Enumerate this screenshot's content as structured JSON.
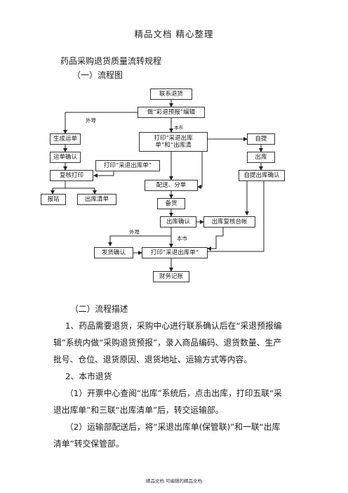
{
  "header": "精品文档 精心整理",
  "footer": "精品文档 可编辑的精品文档",
  "doc_title": "药品采购退货质量流转规程",
  "section1_heading": "（一）流程图",
  "flowchart": {
    "contact": "联系退货",
    "edit": "做“彩退预报”编辑",
    "label_waibu_top": "外埠",
    "label_benshi_top": "本市",
    "create_waybill": "生成运单",
    "print_cgt_line1": "打印“采退出库",
    "print_cgt_line2": "单”和“出库清",
    "self_pickup": "自提",
    "waybill_confirm": "运单确认",
    "outbound": "出库",
    "recheck_print": "复核打印",
    "print_cgt_single": "打印“采退出库单”",
    "self_outbound_confirm": "自提出库确认",
    "deliver_sort": "配送、分单",
    "report_station": "报站",
    "outbound_list": "出库清单",
    "prepare": "备货",
    "outbound_confirm": "出库确认",
    "outbound_recheck": "出库复核台帐",
    "label_waibu_bottom": "外埠",
    "label_benshi_bottom": "本市",
    "ship_confirm": "发货确认",
    "print_final": "打印“采退出库单”",
    "finance": "财务记账"
  },
  "section2_heading": "（二）流程描述",
  "paragraphs": [
    "1、药品需要退货，采购中心进行联系确认后在“采退预报编",
    "辑”系统内做“采购退货预报”，录入商品编码、退货数量、生产",
    "批号、仓位、退货原因、退货地址、运输方式等内容。",
    "2、本市退货",
    "（1）开票中心查阅“出库”系统后，点击出库，打印五联“采",
    "退出库单”和三联“出库清单”后，转交运输部。",
    "（2）运输部配送后，将“采退出库单(保管联)”和一联“出库",
    "清单”转交保管部。"
  ]
}
